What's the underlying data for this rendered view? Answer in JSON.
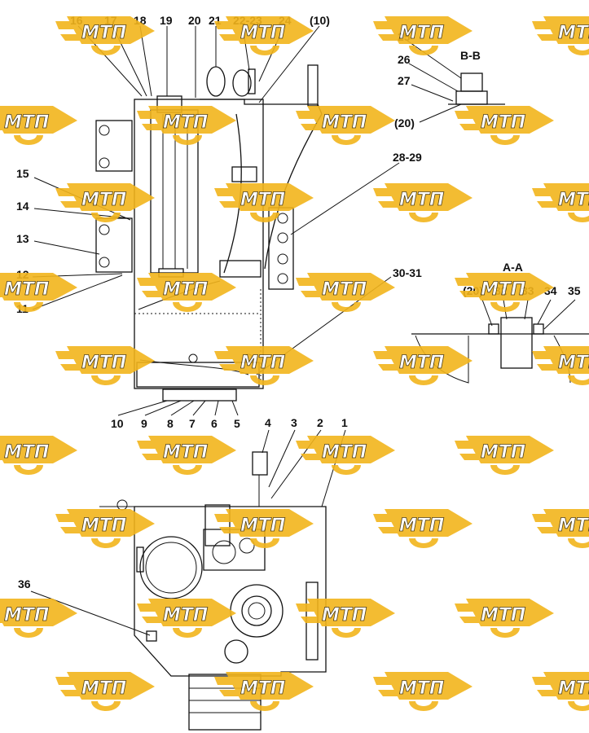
{
  "watermark": {
    "text": "МТП",
    "color": "#f2b51c"
  },
  "labels_top": [
    "16",
    "17",
    "18",
    "19",
    "20",
    "21",
    "22-23",
    "24",
    "(10)"
  ],
  "labels_left": [
    "15",
    "14",
    "13",
    "12",
    "11"
  ],
  "labels_bottom_row": [
    "10",
    "9",
    "8",
    "7",
    "6",
    "5"
  ],
  "labels_right": [
    "28-29",
    "30-31"
  ],
  "labels_lower_top": [
    "4",
    "3",
    "2",
    "1"
  ],
  "label_36": "36",
  "section_bb": {
    "title": "B-B",
    "labels": [
      "25",
      "26",
      "27",
      "(20)"
    ]
  },
  "section_aa": {
    "title": "A-A",
    "labels": [
      "(20)",
      "32",
      "33",
      "34",
      "35"
    ]
  }
}
